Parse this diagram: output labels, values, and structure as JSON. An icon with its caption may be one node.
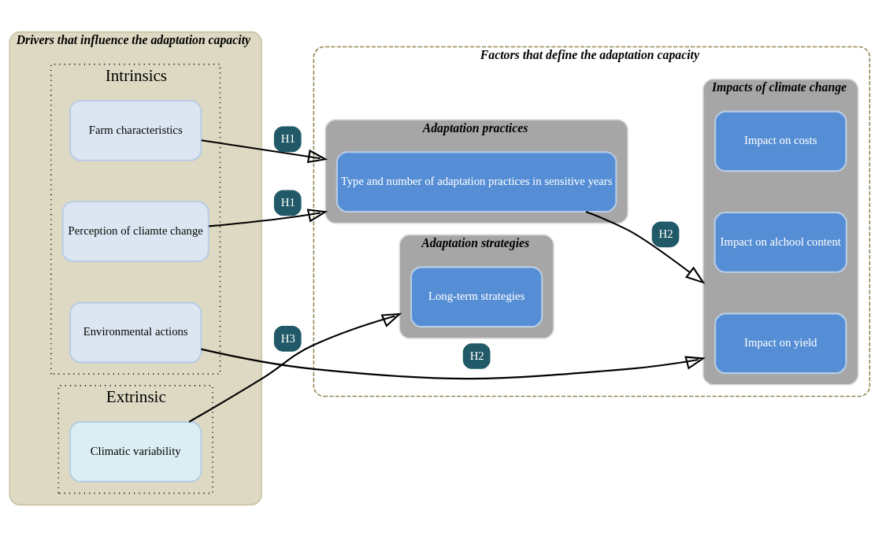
{
  "diagram": {
    "nodes": [
      {
        "text": [
          "Drivers that influence the adaptation capacity"
        ]
      },
      {
        "text": [
          "Intrinsics"
        ],
        "in": 0
      },
      {
        "text": [
          "Environmental actions"
        ],
        "in": 1
      },
      {
        "text": [
          "Perception of cliamte change"
        ],
        "in": 1
      },
      {
        "text": [
          "Farm characteristics"
        ],
        "in": 1
      },
      {
        "text": [
          "Extrinsic"
        ],
        "in": 0
      },
      {
        "text": [
          "Climatic variability"
        ],
        "in": 5
      },
      {
        "text": [
          "Factors that define the adaptation capacity"
        ]
      },
      {
        "text": [
          "Impacts of climate change"
        ],
        "in": 7
      },
      {
        "text": [
          "Impact on yield"
        ],
        "in": 8
      },
      {
        "text": [
          "Impact on alchool content"
        ],
        "in": 8
      },
      {
        "text": [
          "Impact on costs"
        ],
        "in": 8
      },
      {
        "text": [
          "Adaptation practices"
        ],
        "in": 7
      },
      {
        "text": [
          "Type and number of adaptation practices in sensitive years"
        ],
        "in": 12
      },
      {
        "text": [
          "Adaptation strategies"
        ],
        "in": 7
      },
      {
        "text": [
          "Long-term strategies"
        ],
        "in": 14
      }
    ],
    "edges": [
      {
        "from": 2,
        "to": 8,
        "arrow": "to",
        "label": "H2"
      },
      {
        "from": 3,
        "to": 12,
        "arrow": "to",
        "label": "H1"
      },
      {
        "from": 4,
        "to": 12,
        "arrow": "to",
        "label": "H1"
      },
      {
        "from": 13,
        "to": 8,
        "arrow": "to",
        "label": "H2"
      },
      {
        "from": 6,
        "to": 14,
        "arrow": "to",
        "label": "H3"
      }
    ]
  }
}
